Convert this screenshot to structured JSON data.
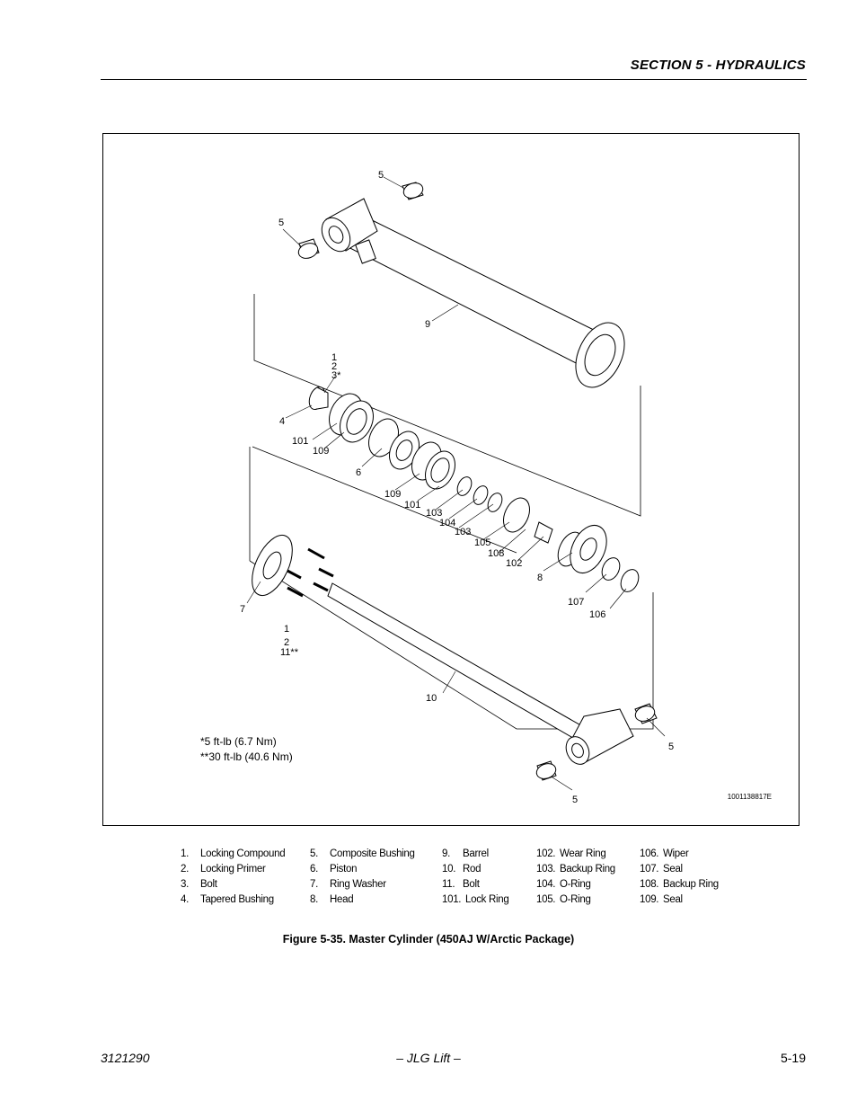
{
  "header": {
    "section_title": "SECTION 5 - HYDRAULICS"
  },
  "figure": {
    "callouts": {
      "c5a": "5",
      "c5b": "5",
      "c9": "9",
      "c1a": "1",
      "c2a": "2",
      "c3": "3*",
      "c4": "4",
      "c101a": "101",
      "c109a": "109",
      "c6": "6",
      "c109b": "109",
      "c101b": "101",
      "c103a": "103",
      "c104": "104",
      "c103b": "103",
      "c105": "105",
      "c108": "108",
      "c102": "102",
      "c8": "8",
      "c107": "107",
      "c106": "106",
      "c7": "7",
      "c1b": "1",
      "c2b": "2",
      "c11": "11**",
      "c10": "10",
      "c5c": "5",
      "c5d": "5"
    },
    "torque_note_1": "*5 ft-lb (6.7 Nm)",
    "torque_note_2": "**30 ft-lb (40.6 Nm)",
    "drawing_number": "1001138817E"
  },
  "legend": {
    "col1": [
      {
        "num": "1.",
        "label": "Locking Compound"
      },
      {
        "num": "2.",
        "label": "Locking Primer"
      },
      {
        "num": "3.",
        "label": "Bolt"
      },
      {
        "num": "4.",
        "label": "Tapered Bushing"
      }
    ],
    "col2": [
      {
        "num": "5.",
        "label": "Composite Bushing"
      },
      {
        "num": "6.",
        "label": "Piston"
      },
      {
        "num": "7.",
        "label": "Ring Washer"
      },
      {
        "num": "8.",
        "label": "Head"
      }
    ],
    "col3": [
      {
        "num": "9.",
        "label": "Barrel"
      },
      {
        "num": "10.",
        "label": "Rod"
      },
      {
        "num": "11.",
        "label": "Bolt"
      },
      {
        "num": "101.",
        "label": "Lock Ring"
      }
    ],
    "col4": [
      {
        "num": "102.",
        "label": "Wear Ring"
      },
      {
        "num": "103.",
        "label": "Backup Ring"
      },
      {
        "num": "104.",
        "label": "O-Ring"
      },
      {
        "num": "105.",
        "label": "O-Ring"
      }
    ],
    "col5": [
      {
        "num": "106.",
        "label": "Wiper"
      },
      {
        "num": "107.",
        "label": "Seal"
      },
      {
        "num": "108.",
        "label": "Backup Ring"
      },
      {
        "num": "109.",
        "label": "Seal"
      }
    ]
  },
  "caption": "Figure 5-35.  Master Cylinder (450AJ W/Arctic Package)",
  "footer": {
    "doc_number": "3121290",
    "center": "– JLG Lift –",
    "page": "5-19"
  }
}
